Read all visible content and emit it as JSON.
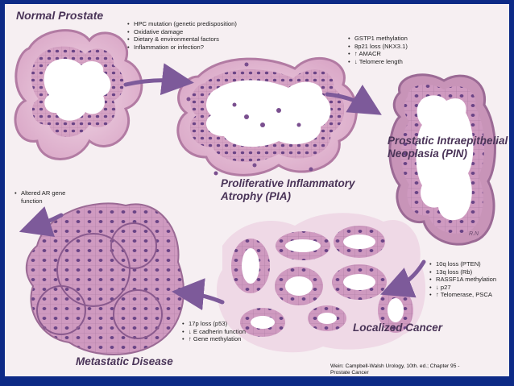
{
  "stages": {
    "normal": "Normal Prostate",
    "pia_line1": "Proliferative Inflammatory",
    "pia_line2": "Atrophy (PIA)",
    "pin_line1": "Prostatic Intraepithelial",
    "pin_line2": "Neoplasia (PIN)",
    "localized": "Localized Cancer",
    "metastatic": "Metastatic Disease"
  },
  "lists": {
    "normal_to_pia": [
      "HPC mutation (genetic predisposition)",
      "Oxidative damage",
      "Dietary & environmental factors",
      "Inflammation or infection?"
    ],
    "pia_to_pin": [
      "GSTP1 methylation",
      "8p21 loss (NKX3.1)",
      "↑ AMACR",
      "↓ Telomere length"
    ],
    "pin_to_cancer": [
      "10q loss (PTEN)",
      "13q loss (Rb)",
      "RASSF1A methylation",
      "↓ p27",
      "↑ Telomerase, PSCA"
    ],
    "cancer_to_metastatic": [
      "17p loss (p53)",
      "↓ E cadherin function",
      "↑ Gene methylation"
    ],
    "metastatic_progression": [
      "Altered AR gene",
      "function"
    ]
  },
  "signature": "R.N",
  "credit": {
    "line1": "Wein: Campbell-Walsh Urology, 10th. ed.; Chapter 95 -",
    "line2": "Prostate Cancer"
  },
  "colors": {
    "frame": "#0d2a86",
    "background": "#f6eff2",
    "tissue": "#c98fb5",
    "nuclei": "#5a3a78",
    "arrow": "#7d5a9a"
  }
}
